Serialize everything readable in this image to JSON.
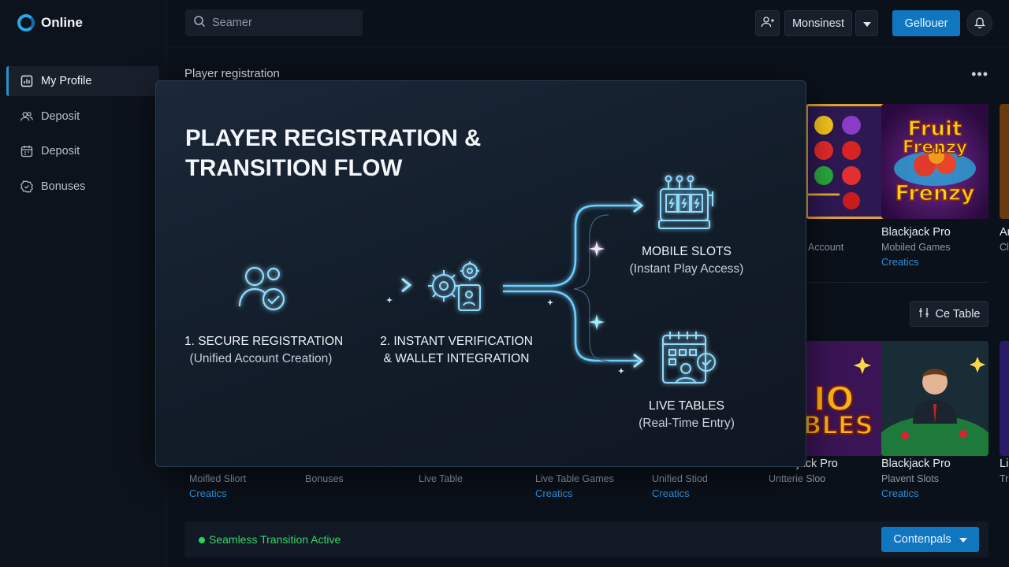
{
  "app": {
    "brand": "Online"
  },
  "sidebar": {
    "items": [
      {
        "label": "My Profile",
        "icon": "chart-icon",
        "active": true
      },
      {
        "label": "Deposit",
        "icon": "users-icon",
        "active": false
      },
      {
        "label": "Deposit",
        "icon": "calendar-icon",
        "active": false
      },
      {
        "label": "Bonuses",
        "icon": "badge-icon",
        "active": false
      }
    ]
  },
  "header": {
    "search_placeholder": "Seamer",
    "account_label": "Monsinest",
    "primary_button": "Gellouer"
  },
  "main": {
    "section_title": "Player registration",
    "filter_button": "Ce Table",
    "top_cards": [
      {
        "art": "Fruit slots",
        "title": "",
        "subtitle": "Account",
        "link": ""
      },
      {
        "art": "Fruit Frenzy",
        "title": "Blackjack Pro",
        "subtitle": "Mobiled Games",
        "link": "Creatics"
      },
      {
        "art": "",
        "title": "Ar",
        "subtitle": "Cl",
        "link": ""
      }
    ],
    "bottom_cards": [
      {
        "title": "",
        "subtitle": "Moifled Sliort",
        "link": "Creatics"
      },
      {
        "title": "",
        "subtitle": "Bonuses",
        "link": ""
      },
      {
        "title": "",
        "subtitle": "Live Table",
        "link": ""
      },
      {
        "title": "",
        "subtitle": "Live Table Games",
        "link": "Creatics"
      },
      {
        "title": "",
        "subtitle": "Unified Stiod",
        "link": "Creatics"
      },
      {
        "title": "Blackjack Pro",
        "subtitle": "Untterie Sloo",
        "link": ""
      },
      {
        "title": "Blackjack Pro",
        "subtitle": "Plavent Slots",
        "link": "Creatics"
      },
      {
        "title": "Li",
        "subtitle": "Tr",
        "link": ""
      }
    ]
  },
  "modal": {
    "title_line1": "PLAYER REGISTRATION &",
    "title_line2": "TRANSITION FLOW",
    "steps": [
      {
        "line1": "1. SECURE REGISTRATION",
        "line2": "(Unified Account Creation)",
        "icon": "user-check-icon"
      },
      {
        "line1": "2. INSTANT VERIFICATION",
        "line2": "& WALLET INTEGRATION",
        "icon": "gears-wallet-icon"
      },
      {
        "line1": "MOBILE SLOTS",
        "line2": "(Instant Play Access)",
        "icon": "slot-machine-icon"
      },
      {
        "line1": "LIVE TABLES",
        "line2": "(Real-Time Entry)",
        "icon": "calendar-user-icon"
      }
    ]
  },
  "status": {
    "text": "Seamless Transition Active",
    "button": "Contenpals"
  },
  "colors": {
    "accent": "#1176c0",
    "link": "#2c8fd8",
    "status_green": "#34d867",
    "glow": "#5fc8ff"
  }
}
